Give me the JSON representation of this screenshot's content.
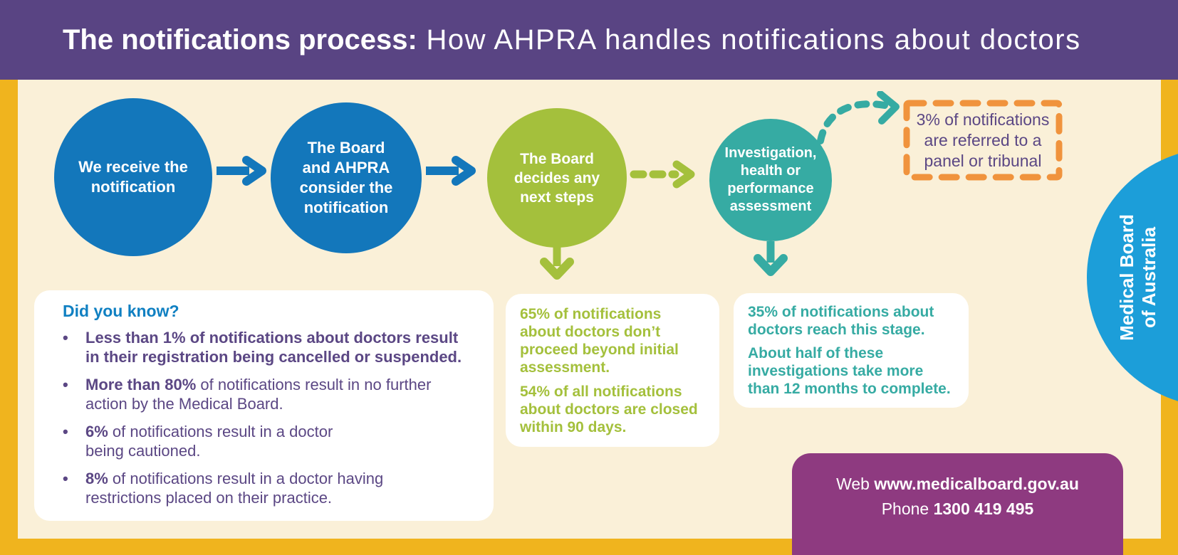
{
  "header": {
    "title_bold": "The notifications process:",
    "title_rest": " How AHPRA handles notifications about doctors"
  },
  "flow": {
    "step1": "We receive the notification",
    "step2": "The Board and AHPRA consider the notification",
    "step3": "The Board decides any next steps",
    "step4": "Investigation, health or performance assessment"
  },
  "referral_note": "3% of notifications are referred to a panel or tribunal",
  "badge": {
    "line1": "Medical Board",
    "line2": "of Australia"
  },
  "dyk": {
    "heading": "Did you know?",
    "bullet_char": "•",
    "bullets": [
      {
        "b1": "Less than 1% of notifications about doctors result",
        "r1": "",
        "b2": "in their registration being cancelled or suspended.",
        "r2": ""
      },
      {
        "b1": "More than 80%",
        "r1": " of notifications result in no further",
        "b2": "",
        "r2": "action by the Medical Board."
      },
      {
        "b1": "6%",
        "r1": " of notifications result in a doctor",
        "b2": "",
        "r2": "being cautioned."
      },
      {
        "b1": "8%",
        "r1": " of notifications result in a doctor having",
        "b2": "",
        "r2": "restrictions placed on their practice."
      }
    ]
  },
  "green_stats": {
    "p1": "65% of notifications about doctors don’t proceed beyond initial assessment.",
    "p2": "54% of all notifications about doctors are closed within 90 days."
  },
  "teal_stats": {
    "p1": "35% of notifications about doctors reach this stage.",
    "p2": "About half of these investigations take more than 12 months to complete."
  },
  "contact": {
    "web_label": "Web ",
    "web_value": "www.medicalboard.gov.au",
    "phone_label": "Phone ",
    "phone_value": "1300 419 495"
  },
  "colors": {
    "header_purple": "#594483",
    "cream": "#faf0d8",
    "frame_yellow": "#f0b41e",
    "flow_blue": "#1377bb",
    "flow_green": "#a4c03c",
    "flow_teal": "#36aba3",
    "badge_blue": "#1c9ed9",
    "referral_orange": "#f0933d",
    "body_text_purple": "#5b4784",
    "heading_blue": "#1080c2",
    "contact_magenta": "#8e3a80"
  }
}
